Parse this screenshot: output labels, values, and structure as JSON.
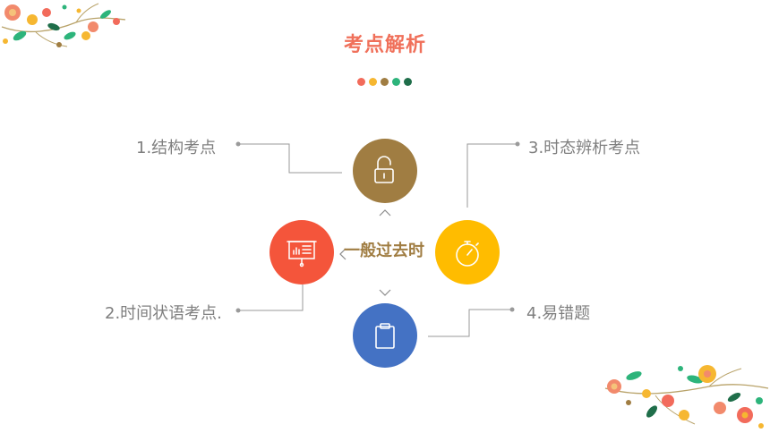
{
  "title": "考点解析",
  "colors": {
    "title": "#F0705A",
    "center_text": "#A07D42",
    "connector": "#9a9a9a",
    "dots": [
      "#F26B5B",
      "#F6B731",
      "#A07D42",
      "#2DB47B",
      "#1F6E4A"
    ],
    "circle_top": "#A07D42",
    "circle_left": "#F4553B",
    "circle_right": "#FFBC00",
    "circle_bottom": "#4472C4"
  },
  "center_label": "一般过去时",
  "nodes": [
    {
      "id": "top",
      "label": "1.结构考点",
      "icon": "lock-icon"
    },
    {
      "id": "left",
      "label": "2.时间状语考点.",
      "icon": "presentation-chart-icon"
    },
    {
      "id": "right",
      "label": "3.时态辨析考点",
      "icon": "stopwatch-icon"
    },
    {
      "id": "bottom",
      "label": "4.易错题",
      "icon": "clipboard-icon"
    }
  ]
}
